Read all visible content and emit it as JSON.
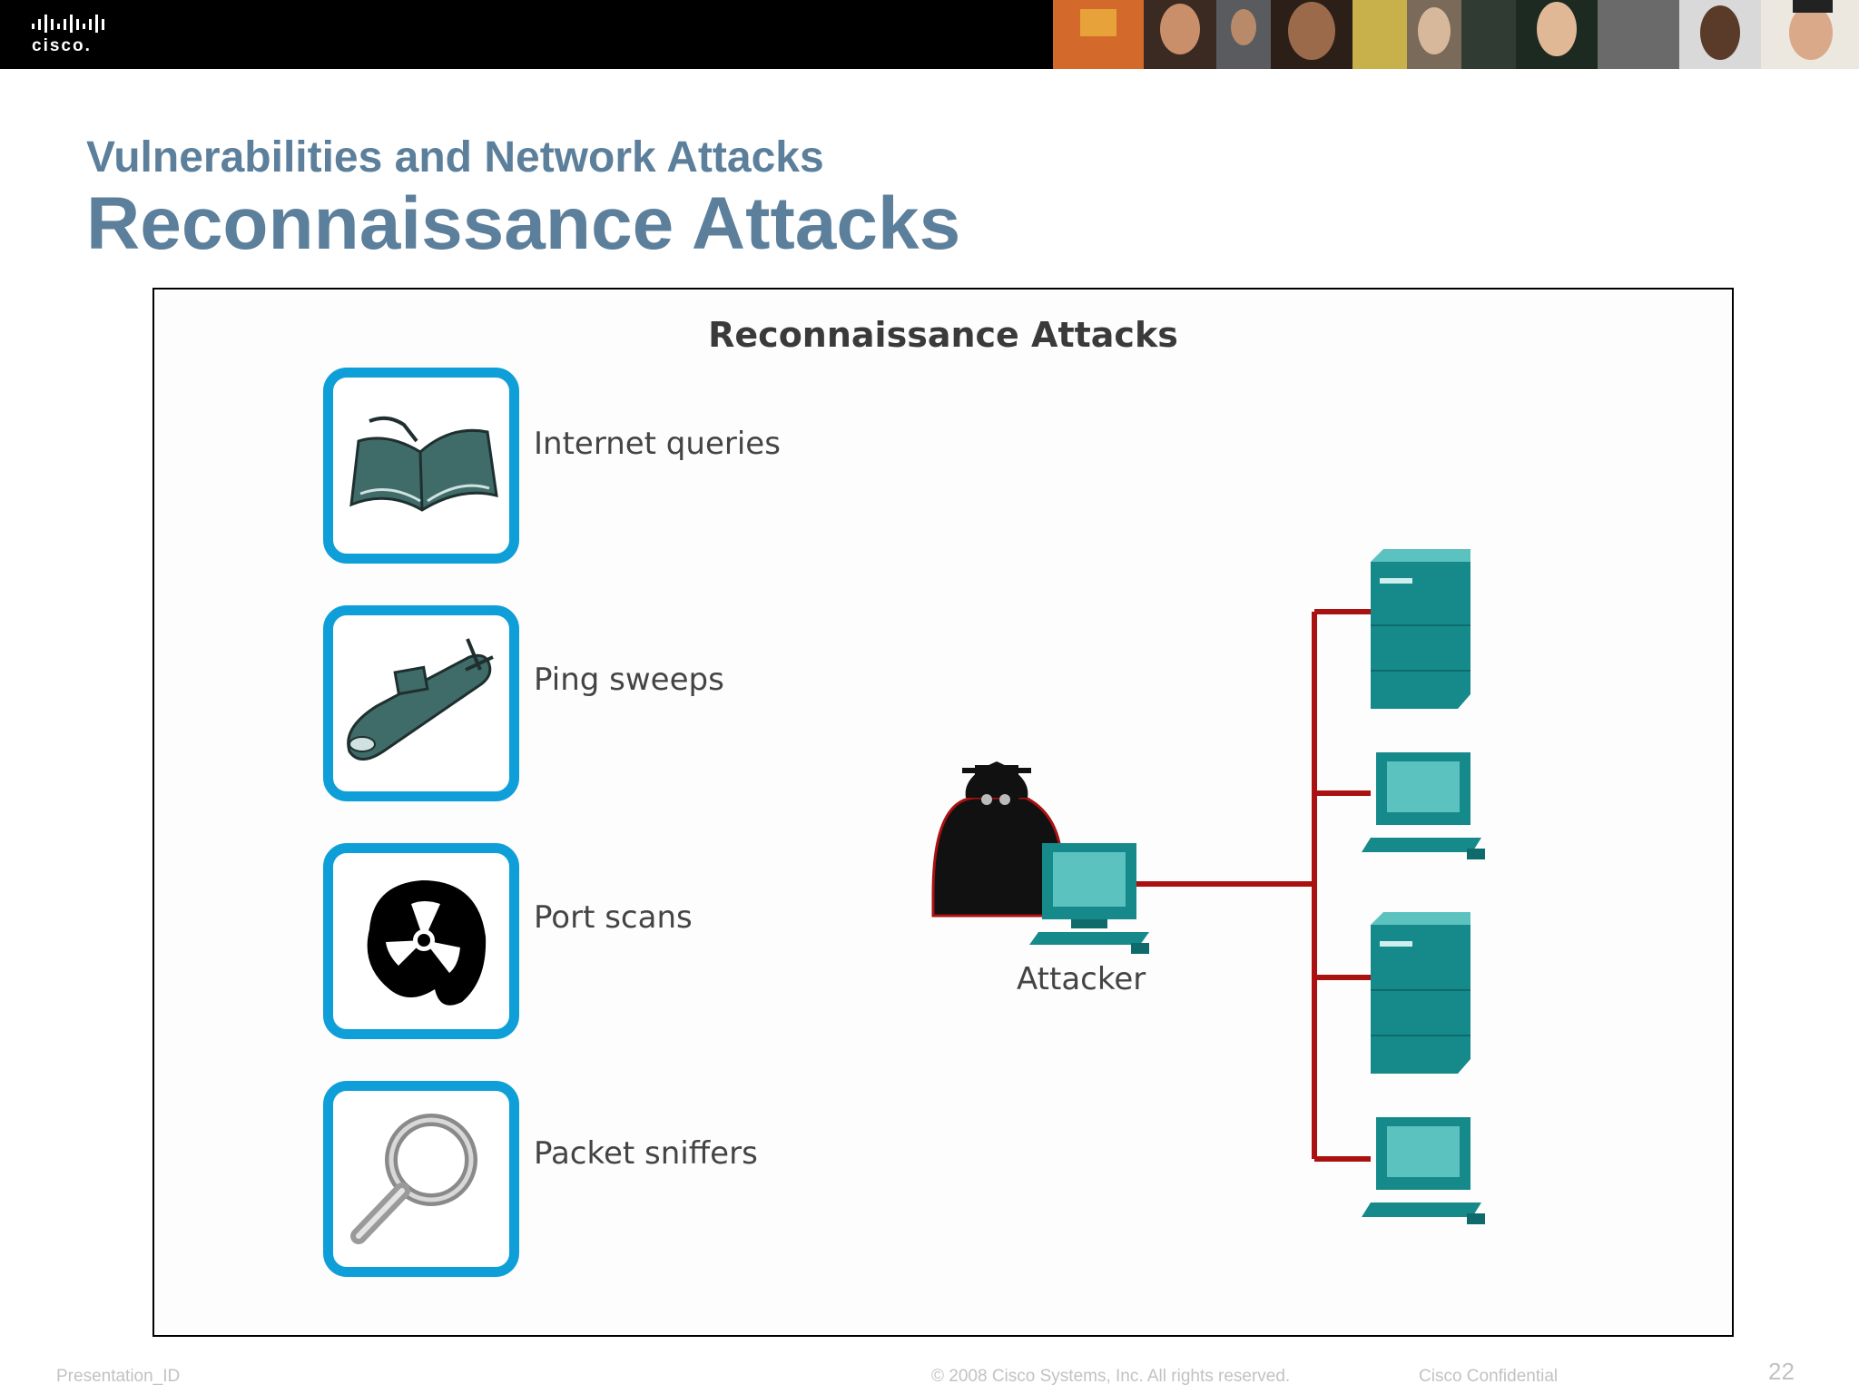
{
  "header": {
    "logo_text": "cisco."
  },
  "slide": {
    "subtitle": "Vulnerabilities and Network Attacks",
    "title": "Reconnaissance Attacks"
  },
  "figure": {
    "title": "Reconnaissance Attacks",
    "items": [
      {
        "label": "Internet queries",
        "icon": "book-icon"
      },
      {
        "label": "Ping sweeps",
        "icon": "submarine-icon"
      },
      {
        "label": "Port scans",
        "icon": "radiation-icon"
      },
      {
        "label": "Packet sniffers",
        "icon": "magnifying-glass-icon"
      }
    ],
    "attacker_label": "Attacker",
    "colors": {
      "tile_border": "#0f9fd8",
      "device": "#168a8a",
      "screen": "#5cc2bf",
      "link": "#aa1111"
    }
  },
  "footer": {
    "presentation_id": "Presentation_ID",
    "copyright": "© 2008 Cisco Systems, Inc. All rights reserved.",
    "confidential": "Cisco Confidential",
    "page_number": "22"
  }
}
